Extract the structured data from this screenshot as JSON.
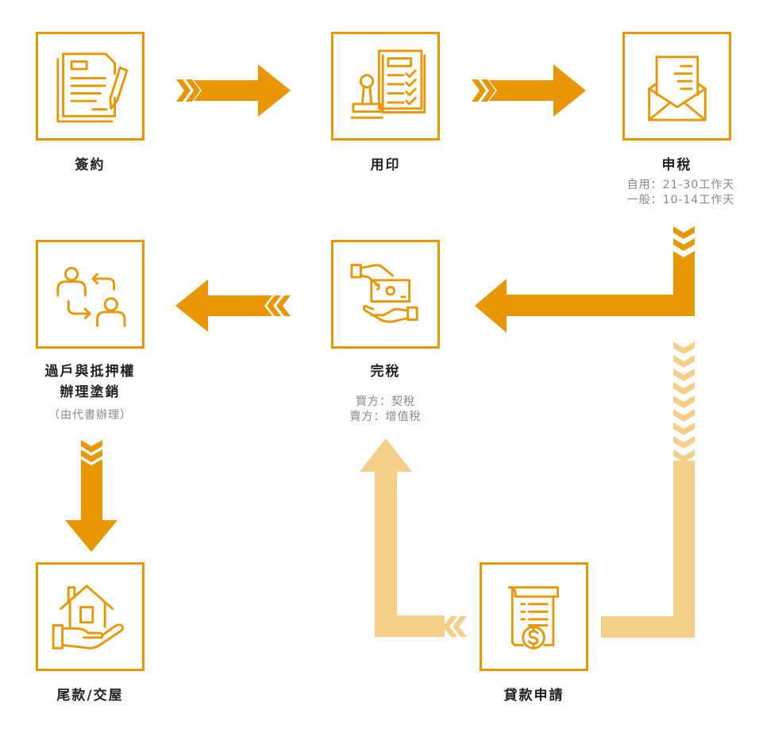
{
  "steps": {
    "sign": {
      "label": "簽約"
    },
    "stamp": {
      "label": "用印"
    },
    "declare": {
      "label": "申稅",
      "notes": [
        "自用：21-30工作天",
        "一般：10-14工作天"
      ]
    },
    "taxdone": {
      "label": "完稅",
      "notes": [
        "買方：契稅",
        "賣方：增值稅"
      ]
    },
    "transfer": {
      "label_lines": [
        "過戶與抵押權",
        "辦理塗銷"
      ],
      "sub": "（由代書辦理）"
    },
    "handover": {
      "label": "尾款/交屋"
    },
    "loan": {
      "label": "貸款申請"
    }
  },
  "colors": {
    "primary": "#E99700",
    "light": "#F5CE8A"
  },
  "icons": {
    "sign": "contract-pen-icon",
    "stamp": "stamp-checklist-icon",
    "declare": "envelope-letter-icon",
    "taxdone": "hand-money-icon",
    "transfer": "people-exchange-icon",
    "handover": "hand-house-icon",
    "loan": "receipt-dollar-icon"
  }
}
